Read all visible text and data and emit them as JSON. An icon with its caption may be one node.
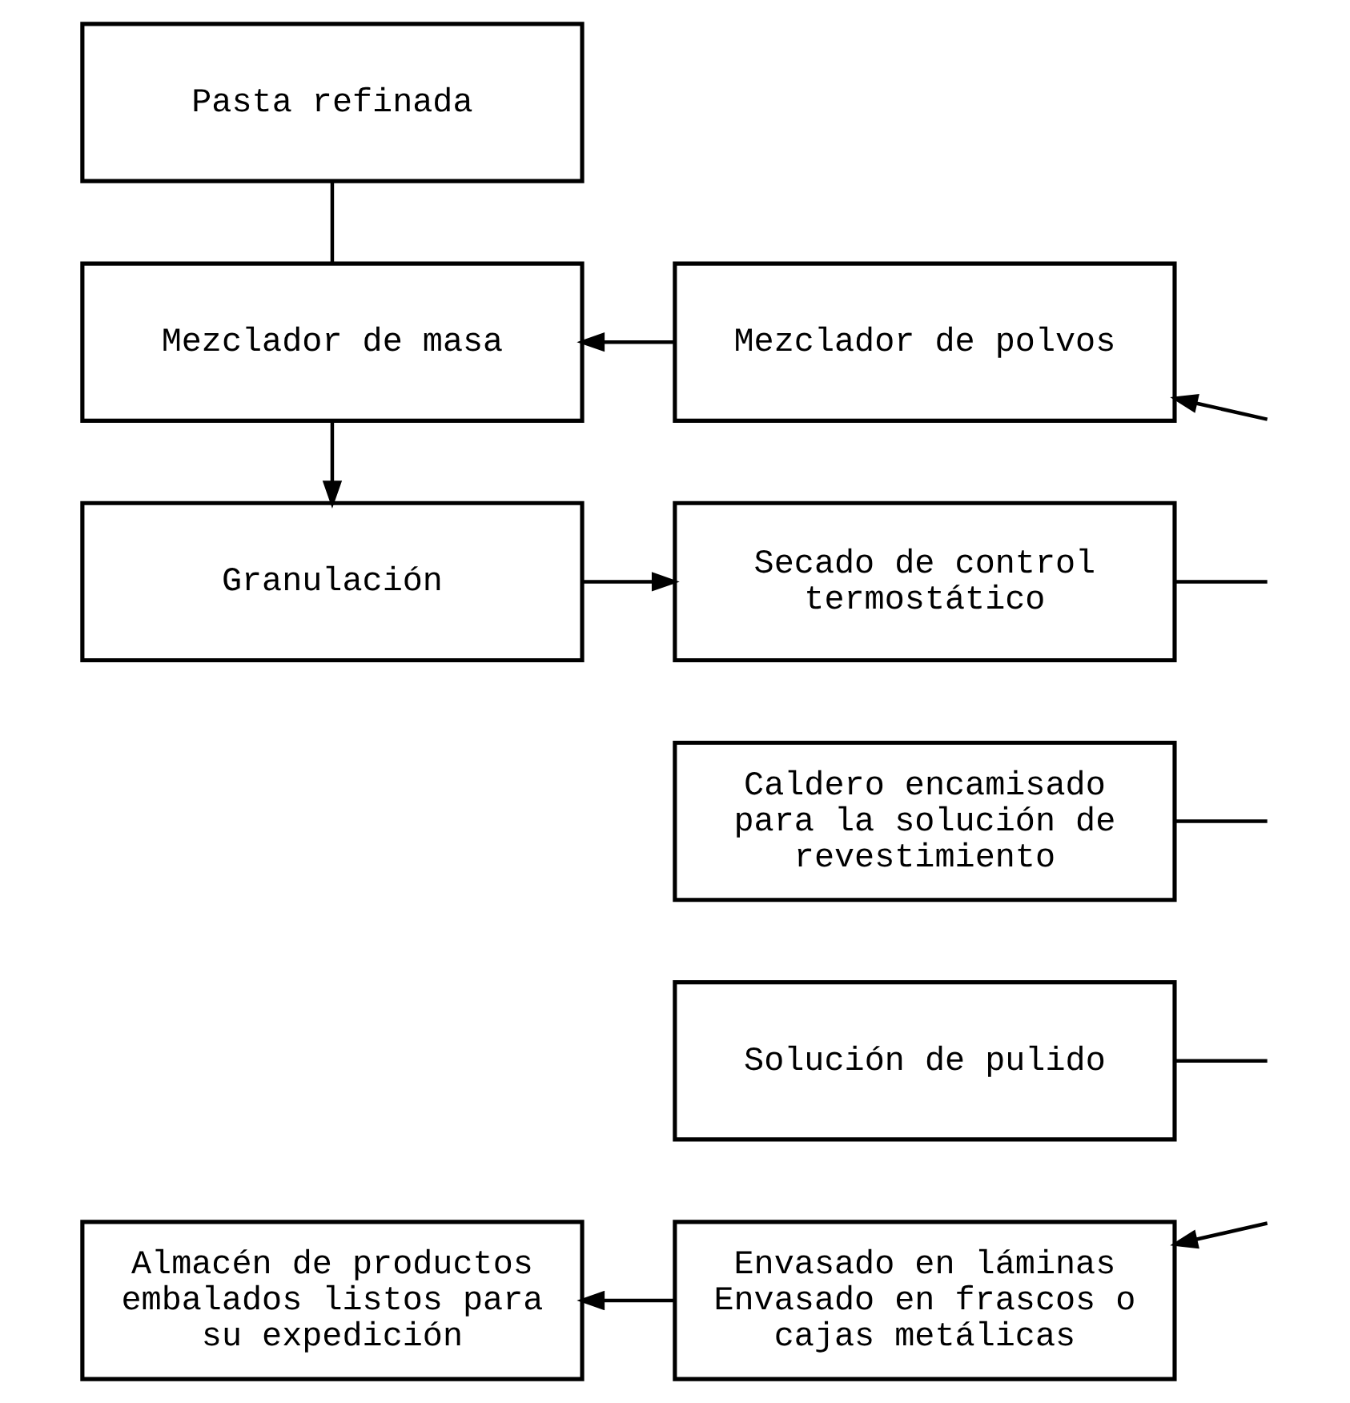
{
  "diagram": {
    "nodes": [
      {
        "text": [
          "Pasta refinada"
        ]
      },
      {
        "text": [
          "Mezclador de polvos"
        ]
      },
      {
        "text": [
          "Mezclador de masa"
        ]
      },
      {
        "text": [
          "Secado de control termostático"
        ]
      },
      {
        "text": [
          "Granulación"
        ]
      },
      {
        "text": [
          "Caldero encamisado para la solución de revestimiento"
        ]
      },
      {
        "text": [
          "Solución de pulido"
        ]
      },
      {
        "text": [
          "Envasado en láminas Envasado en frascos o cajas metálicas"
        ]
      },
      {
        "text": [
          "Almacén de productos embalados listos para su expedición"
        ]
      }
    ],
    "edges": [
      {
        "from": null,
        "to": 1,
        "arrow": "to"
      },
      {
        "from": 1,
        "to": 2,
        "arrow": "to"
      },
      {
        "from": 0,
        "to": 2,
        "arrow": "none"
      },
      {
        "from": 2,
        "to": 4,
        "arrow": "to"
      },
      {
        "from": 4,
        "to": 3,
        "arrow": "to"
      },
      {
        "from": 3,
        "to": null,
        "arrow": "none"
      },
      {
        "from": 5,
        "to": null,
        "arrow": "none"
      },
      {
        "from": 6,
        "to": null,
        "arrow": "none"
      },
      {
        "from": null,
        "to": 7,
        "arrow": "to"
      },
      {
        "from": 7,
        "to": 8,
        "arrow": "to"
      }
    ]
  }
}
